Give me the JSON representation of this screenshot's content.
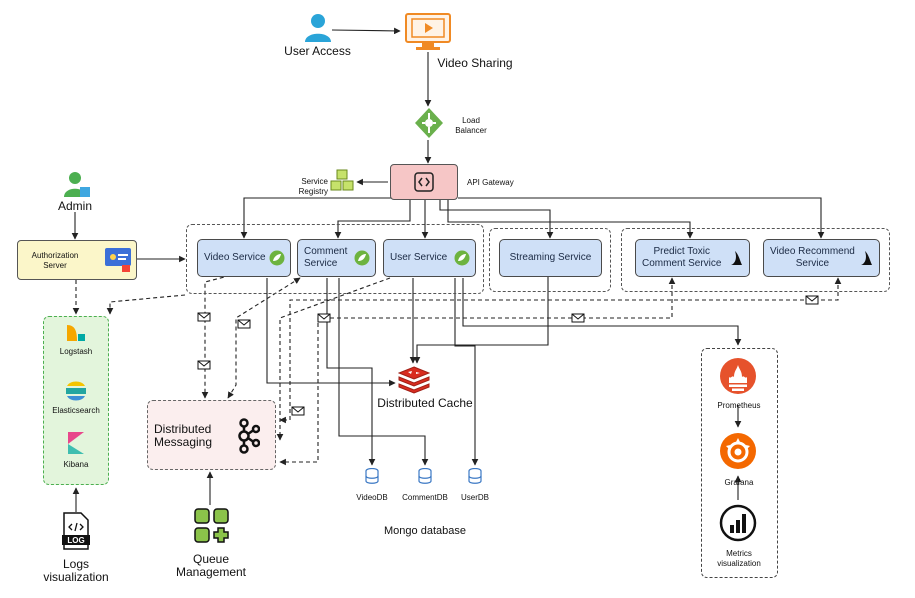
{
  "user_access": "User Access",
  "video_sharing": "Video Sharing",
  "load_balancer": "Load\nBalancer",
  "api_gateway": "API Gateway",
  "service_registry": "Service\nRegistry",
  "admin": "Admin",
  "authorization_server": "Authorization\nServer",
  "services": {
    "video": "Video Service",
    "comment": "Comment\nService",
    "user": "User Service",
    "streaming": "Streaming Service",
    "toxic": "Predict Toxic\nComment Service",
    "recommend": "Video Recommend\nService"
  },
  "elk": {
    "logstash": "Logstash",
    "elasticsearch": "Elasticsearch",
    "kibana": "Kibana"
  },
  "logs_visualization": "Logs\nvisualization",
  "distributed_messaging": "Distributed\nMessaging",
  "queue_management": "Queue\nManagement",
  "distributed_cache": "Distributed Cache",
  "databases": {
    "video": "VideoDB",
    "comment": "CommentDB",
    "user": "UserDB"
  },
  "mongo_database": "Mongo database",
  "monitoring": {
    "prometheus": "Prometheus",
    "grafana": "Grafana",
    "metrics": "Metrics\nvisualization"
  },
  "colors": {
    "service_fill": "#cfe0f7",
    "gateway_fill": "#f6c6c6",
    "auth_fill": "#fbf6c9",
    "elk_fill": "#e3f5dc",
    "messaging_fill": "#fbeeee",
    "spring_green": "#6db33f",
    "redis_red": "#d82c20",
    "prometheus_orange": "#e6522c",
    "grafana_orange": "#f46800"
  }
}
